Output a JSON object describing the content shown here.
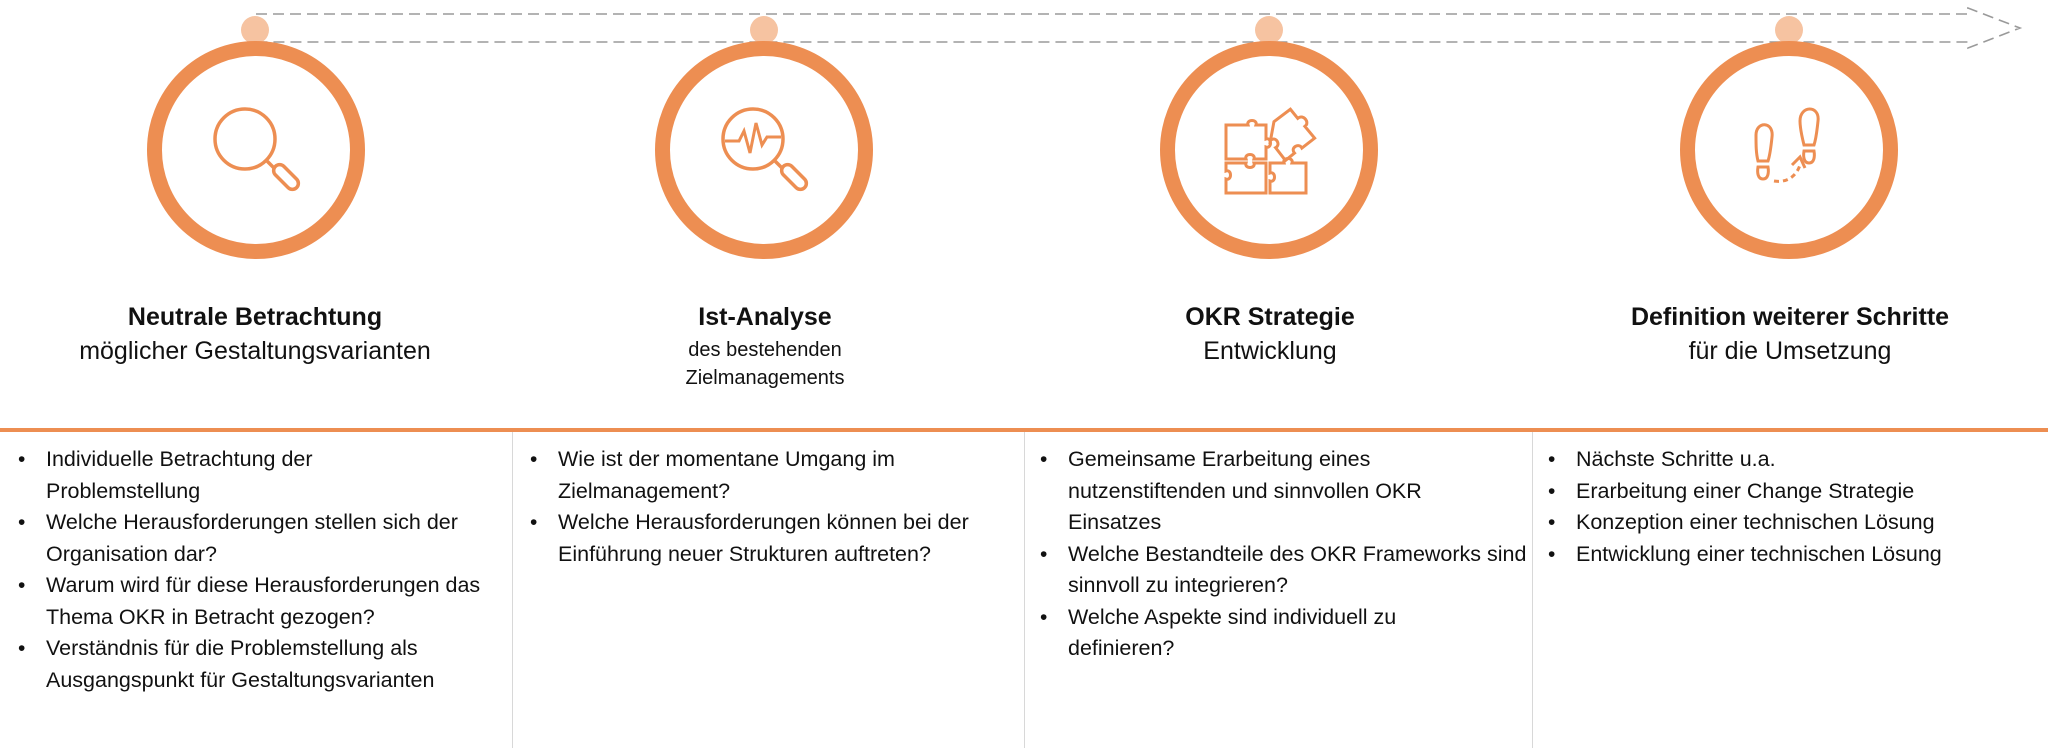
{
  "steps": [
    {
      "icon": "magnifier-icon",
      "title_bold": "Neutrale Betrachtung",
      "title_sub": "möglicher Gestaltungsvarianten",
      "bullets": [
        "Individuelle Betrachtung der Problemstellung",
        "Welche Herausforderungen stellen sich der Organisation dar?",
        "Warum wird für diese Herausforderungen das Thema OKR in Betracht gezogen?",
        "Verständnis für die Problemstellung als Ausgangspunkt für Gestaltungsvarianten"
      ]
    },
    {
      "icon": "analysis-magnifier-icon",
      "title_bold": "Ist-Analyse",
      "title_sub": "des bestehenden Zielmanagements",
      "bullets": [
        "Wie ist der momentane Umgang im Zielmanagement?",
        "Welche Herausforderungen können bei der Einführung neuer Strukturen auftreten?"
      ]
    },
    {
      "icon": "puzzle-icon",
      "title_bold": "OKR Strategie",
      "title_sub": "Entwicklung",
      "bullets": [
        "Gemeinsame Erarbeitung eines nutzenstiftenden und sinnvollen OKR Einsatzes",
        "Welche Bestandteile des OKR Frameworks sind sinnvoll zu integrieren?",
        "Welche Aspekte sind individuell zu definieren?"
      ]
    },
    {
      "icon": "footsteps-icon",
      "title_bold": "Definition weiterer Schritte",
      "title_sub": "für die Umsetzung",
      "bullets": [
        "Nächste Schritte u.a.",
        "Erarbeitung einer Change Strategie",
        "Konzeption einer technischen Lösung",
        "Entwicklung einer technischen Lösung"
      ]
    }
  ],
  "colors": {
    "accent": "#ed8e52",
    "dot": "#f6c3a1",
    "arrow": "#9a9a9a"
  }
}
